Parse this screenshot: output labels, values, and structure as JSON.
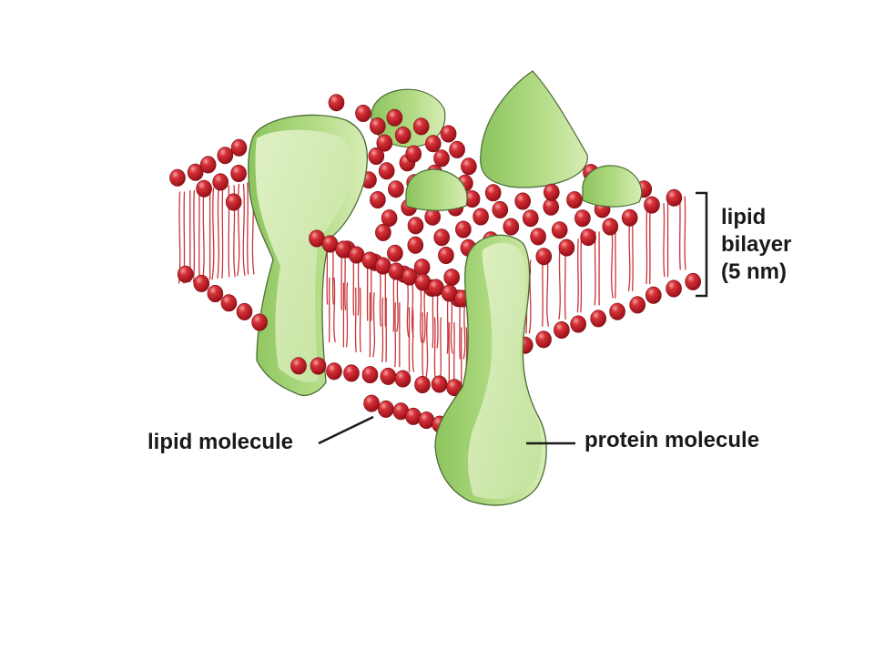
{
  "diagram": {
    "labels": {
      "bilayer_line1": "lipid",
      "bilayer_line2": "bilayer",
      "bilayer_line3": "(5 nm)",
      "lipid_molecule": "lipid molecule",
      "protein_molecule": "protein molecule"
    },
    "colors": {
      "lipid_head": "#c8202a",
      "lipid_head_highlight": "#f07a7a",
      "lipid_tail": "#c8353a",
      "protein_fill": "#a9d47a",
      "protein_light": "#d4ebb0",
      "protein_outline": "#4d6b36",
      "text": "#1a1a1a"
    }
  }
}
